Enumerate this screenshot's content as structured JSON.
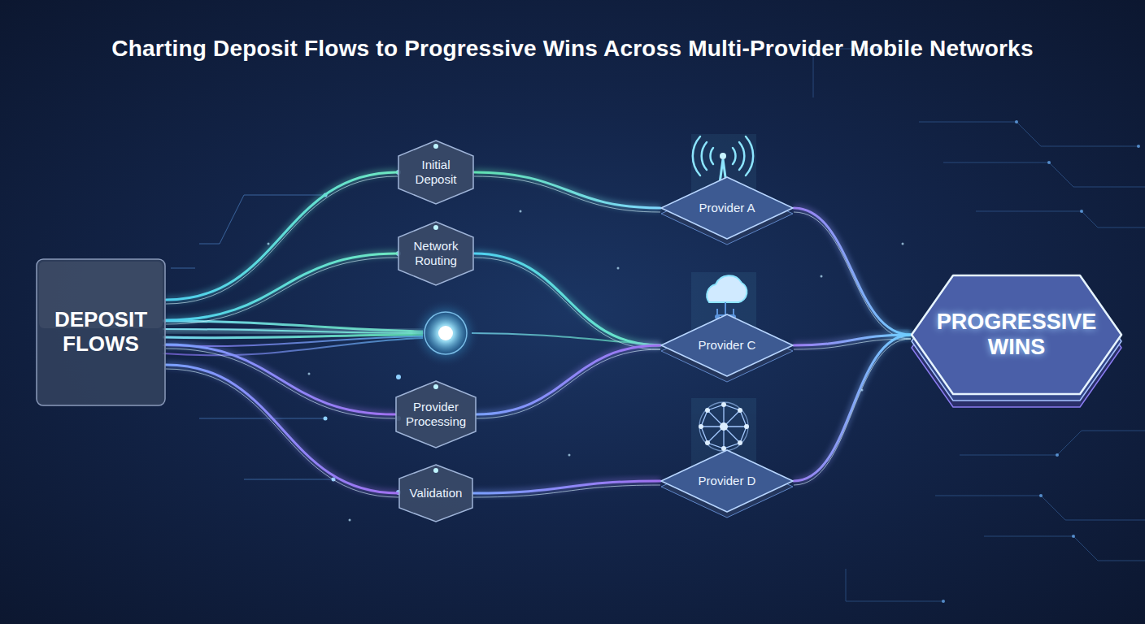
{
  "diagram": {
    "title": "Charting Deposit Flows to Progressive Wins Across Multi-Provider Mobile Networks",
    "nodes": [
      {
        "text": [
          "DEPOSIT FLOWS"
        ]
      },
      {
        "text": [
          "Initial Deposit"
        ]
      },
      {
        "text": [
          "Network Routing"
        ]
      },
      {
        "text": [
          "Provider Processing"
        ]
      },
      {
        "text": [
          "Validation"
        ]
      },
      {
        "text": [
          "Provider A"
        ]
      },
      {
        "text": [
          "Provider C"
        ]
      },
      {
        "text": [
          "Provider D"
        ]
      },
      {
        "text": [
          "PROGRESSIVE WINS"
        ]
      }
    ],
    "edges": [
      {
        "from": 0,
        "to": 1,
        "arrow": "none"
      },
      {
        "from": 0,
        "to": 2,
        "arrow": "none"
      },
      {
        "from": 0,
        "to": 3,
        "arrow": "none"
      },
      {
        "from": 0,
        "to": 4,
        "arrow": "none"
      },
      {
        "from": 1,
        "to": 5,
        "arrow": "none"
      },
      {
        "from": 2,
        "to": 6,
        "arrow": "none"
      },
      {
        "from": 3,
        "to": 6,
        "arrow": "none"
      },
      {
        "from": 4,
        "to": 7,
        "arrow": "none"
      },
      {
        "from": 5,
        "to": 8,
        "arrow": "none"
      },
      {
        "from": 6,
        "to": 8,
        "arrow": "none"
      },
      {
        "from": 7,
        "to": 8,
        "arrow": "none"
      }
    ]
  }
}
